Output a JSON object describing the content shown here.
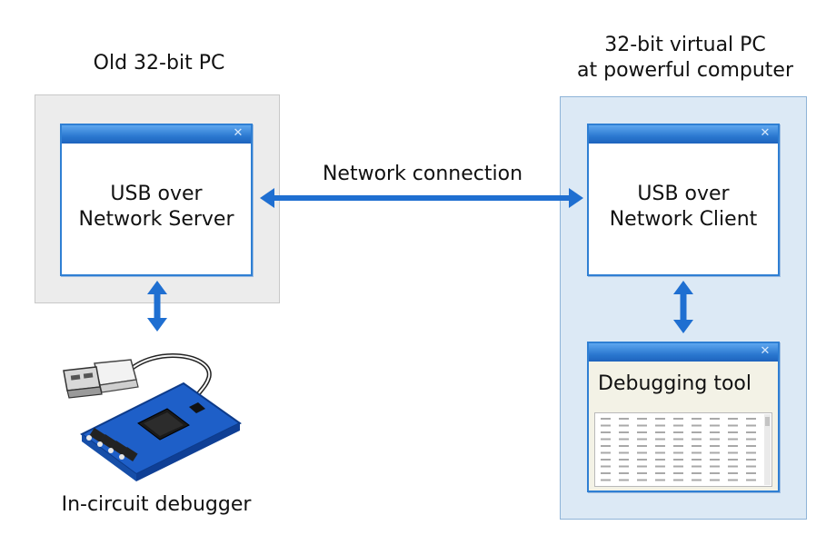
{
  "left": {
    "title": "Old 32-bit PC",
    "window_line1": "USB over",
    "window_line2": "Network Server",
    "device_caption": "In-circuit debugger"
  },
  "right": {
    "title_line1": "32-bit virtual PC",
    "title_line2": "at powerful computer",
    "window_line1": "USB over",
    "window_line2": "Network Client",
    "tool_title": "Debugging tool"
  },
  "connection_label": "Network connection",
  "colors": {
    "arrow": "#1f6fd1",
    "window_border": "#2f7fd3",
    "gray_panel": "#ececec",
    "blue_panel": "#dce9f5",
    "pcb": "#1e5fc8"
  },
  "icons": [
    "close-icon",
    "usb-plug-icon",
    "circuit-board-icon",
    "double-arrow-icon"
  ]
}
